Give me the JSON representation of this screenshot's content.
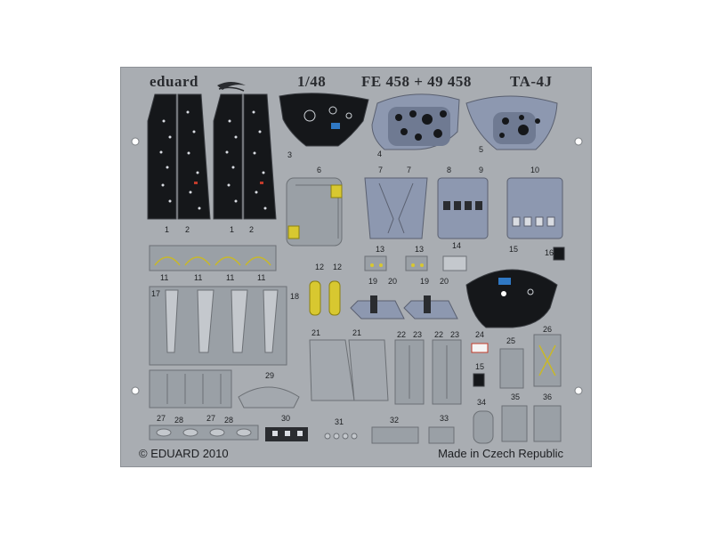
{
  "header": {
    "brand": "eduard",
    "scale": "1/48",
    "codes": "FE 458 + 49 458",
    "model": "TA-4J"
  },
  "footer": {
    "copyright": "© EDUARD 2010",
    "origin": "Made in Czech Republic"
  },
  "part_numbers": {
    "p1a": "1",
    "p2a": "2",
    "p1b": "1",
    "p2b": "2",
    "p3": "3",
    "p4": "4",
    "p5": "5",
    "p6": "6",
    "p7a": "7",
    "p7b": "7",
    "p8": "8",
    "p9": "9",
    "p10": "10",
    "p11a": "11",
    "p11b": "11",
    "p11c": "11",
    "p11d": "11",
    "p12a": "12",
    "p12b": "12",
    "p13a": "13",
    "p13b": "13",
    "p14": "14",
    "p15a": "15",
    "p15b": "15",
    "p16": "16",
    "p17": "17",
    "p18": "18",
    "p19a": "19",
    "p20a": "20",
    "p19b": "19",
    "p20b": "20",
    "p21a": "21",
    "p21b": "21",
    "p22a": "22",
    "p23a": "23",
    "p22b": "22",
    "p23b": "23",
    "p24": "24",
    "p25": "25",
    "p26": "26",
    "p27a": "27",
    "p28a": "28",
    "p27b": "27",
    "p28b": "28",
    "p29": "29",
    "p30": "30",
    "p31": "31",
    "p32": "32",
    "p33": "33",
    "p34": "34",
    "p35": "35",
    "p36": "36"
  },
  "colors": {
    "fret": "#a9adb2",
    "panel_black": "#15171a",
    "blue_grey": "#8d98b0",
    "yellow": "#d8c830",
    "text": "#1d1f22"
  }
}
